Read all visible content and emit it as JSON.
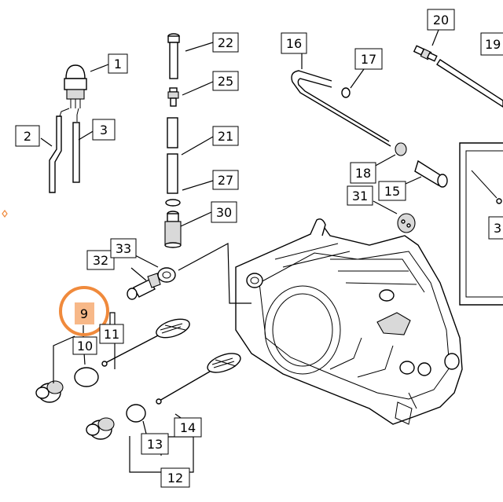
{
  "diagram": {
    "highlight_color": "#f08a3c",
    "highlight_fill": "#f7b888",
    "callouts": [
      "1",
      "2",
      "3",
      "9",
      "10",
      "11",
      "12",
      "13",
      "14",
      "15",
      "16",
      "17",
      "18",
      "19",
      "20",
      "21",
      "22",
      "25",
      "27",
      "30",
      "31",
      "32",
      "33",
      "3"
    ]
  }
}
